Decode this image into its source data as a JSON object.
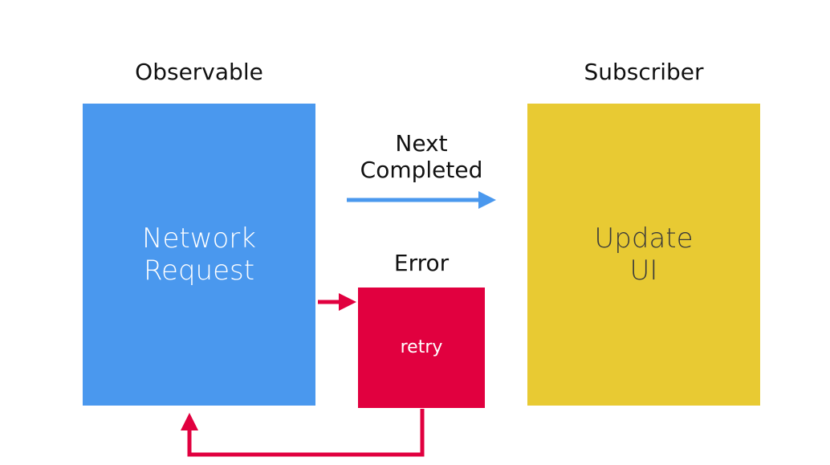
{
  "headings": {
    "observable": "Observable",
    "subscriber": "Subscriber"
  },
  "boxes": {
    "network_request": {
      "label": "Network\nRequest",
      "color": "#4a98ee"
    },
    "update_ui": {
      "label": "Update\nUI",
      "color": "#e8ca33"
    },
    "retry": {
      "label": "retry",
      "color": "#e1003f"
    }
  },
  "edges": {
    "next_completed": {
      "label_line1": "Next",
      "label_line2": "Completed",
      "color": "#4a98ee"
    },
    "error": {
      "label": "Error",
      "color": "#e1003f"
    },
    "retry_loop": {
      "color": "#e1003f"
    }
  }
}
